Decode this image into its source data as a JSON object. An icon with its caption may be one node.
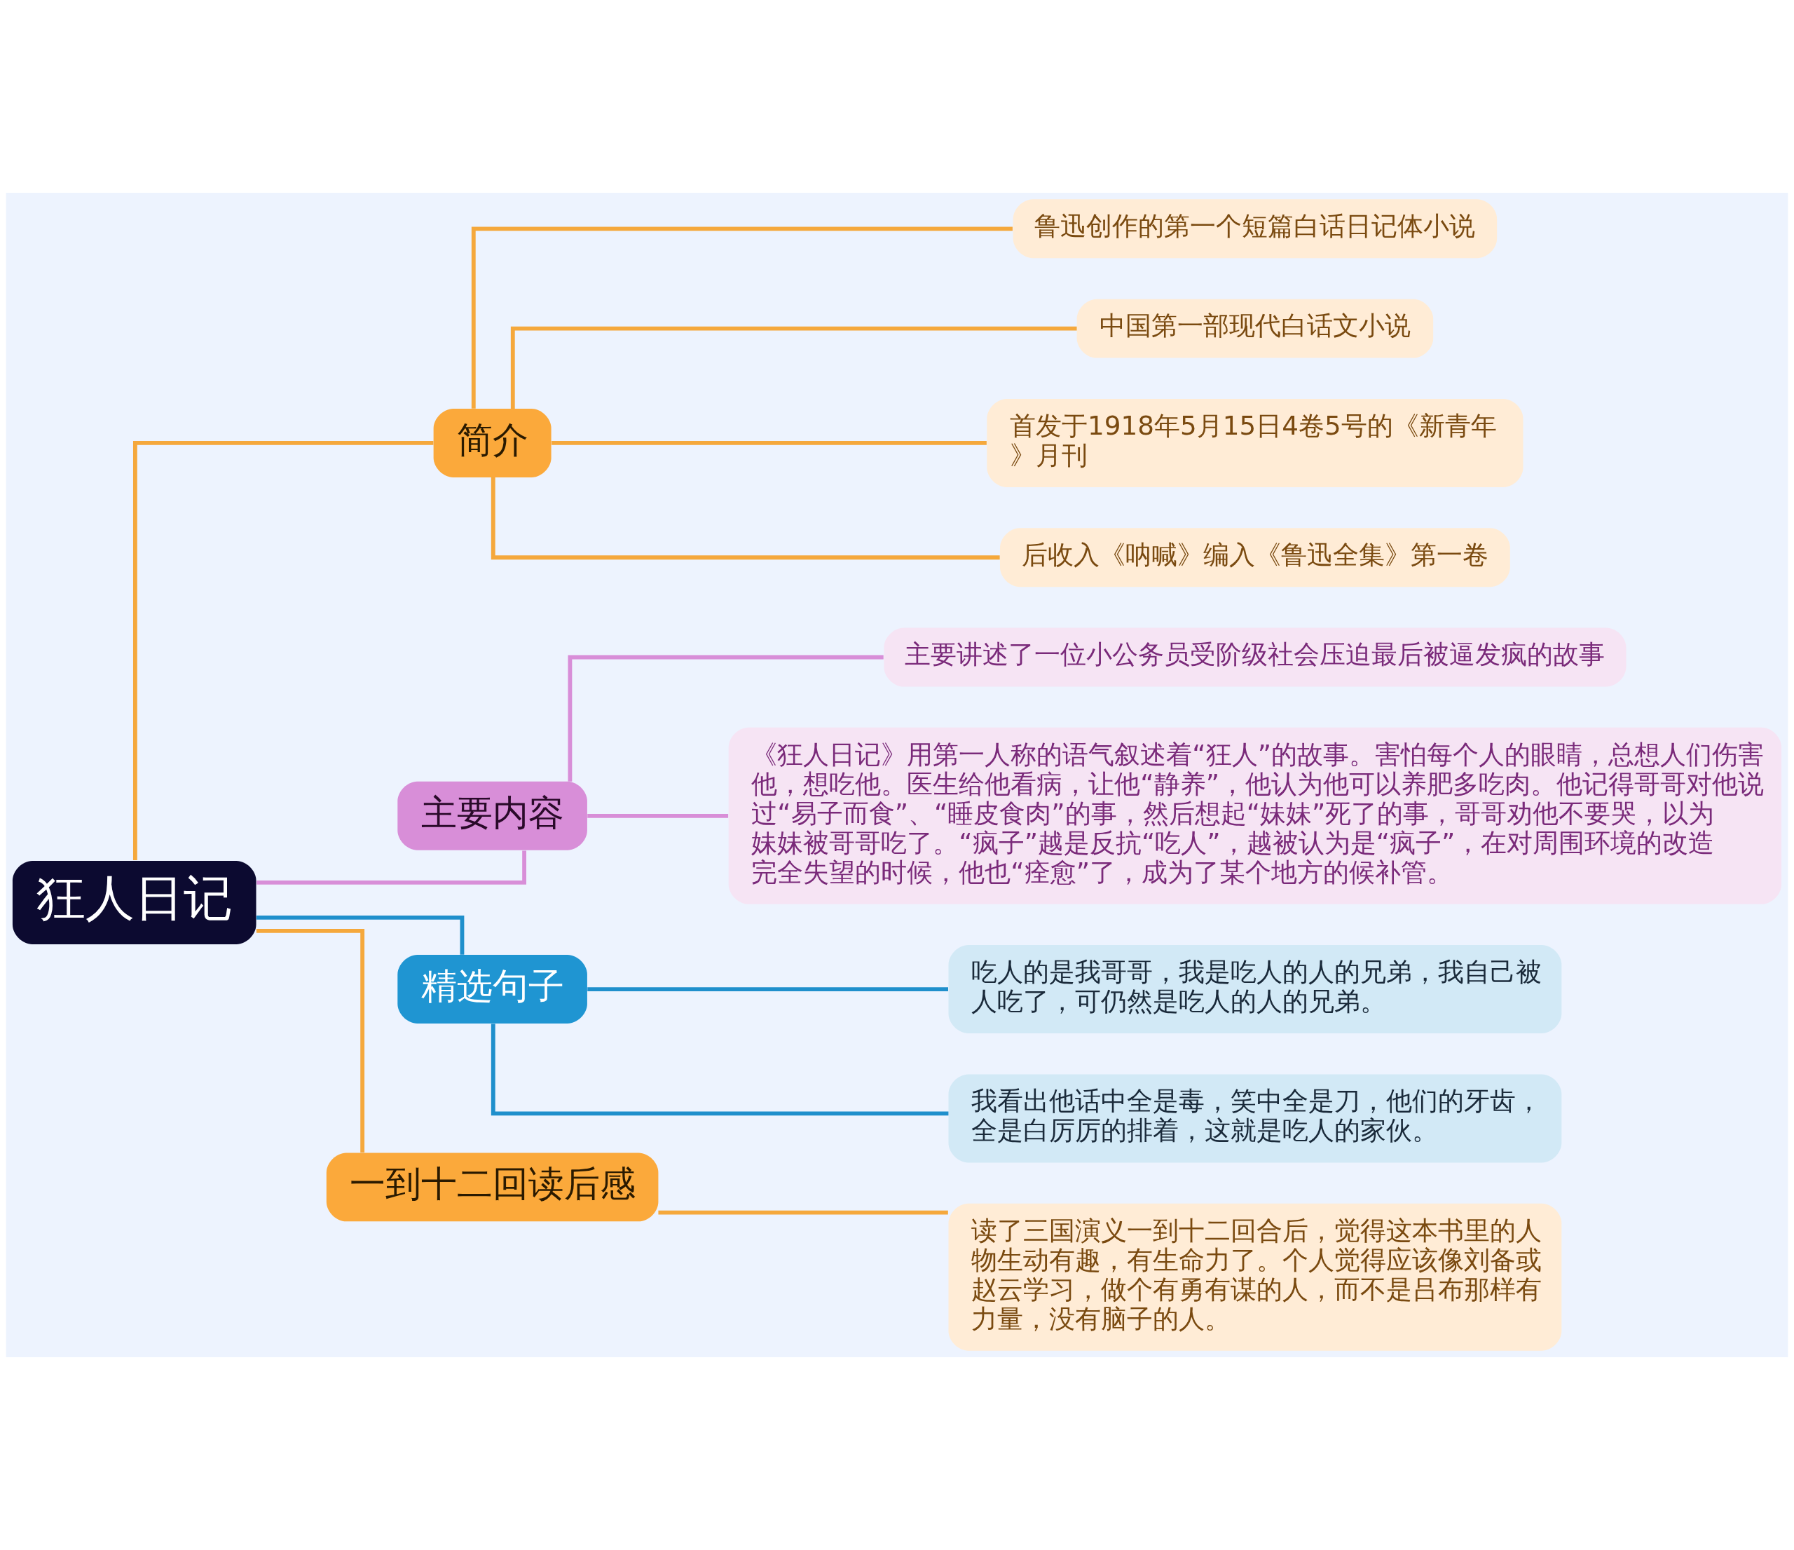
{
  "diagram": {
    "nodes": [
      {
        "text": [
          "狂人日记"
        ]
      },
      {
        "text": [
          "简介"
        ]
      },
      {
        "text": [
          "鲁迅创作的第一个短篇白话日记体小说"
        ]
      },
      {
        "text": [
          "中国第一部现代白话文小说"
        ]
      },
      {
        "text": [
          "首发于1918年5月15日4卷5号的《新青年》月刊"
        ]
      },
      {
        "text": [
          "后收入《呐喊》编入《鲁迅全集》第一卷"
        ]
      },
      {
        "text": [
          "主要内容"
        ]
      },
      {
        "text": [
          "主要讲述了一位小公务员受阶级社会压迫最后被逼发疯的故事"
        ]
      },
      {
        "text": [
          "《狂人日记》用第一人称的语气叙述着“狂人”的故事。害怕每个人的眼睛，总想人们伤害他，想吃他。医生给他看病，让他“静养”，他认为他可以养肥多吃肉。他记得哥哥对他说过“易子而食”、“睡皮食肉”的事，然后想起“妹妹”死了的事，哥哥劝他不要哭，以为妹妹被哥哥吃了。“疯子”越是反抗“吃人”，越被认为是“疯子”，在对周围环境的改造完全失望的时候，他也“痊愈”了，成为了某个地方的候补管。"
        ]
      },
      {
        "text": [
          "精选句子"
        ]
      },
      {
        "text": [
          "吃人的是我哥哥，我是吃人的人的兄弟，我自己被人吃了，可仍然是吃人的人的兄弟。"
        ]
      },
      {
        "text": [
          "我看出他话中全是毒，笑中全是刀，他们的牙齿，全是白厉厉的排着，这就是吃人的家伙。"
        ]
      },
      {
        "text": [
          "一到十二回读后感"
        ]
      },
      {
        "text": [
          "读了三国演义一到十二回合后，觉得这本书里的人物生动有趣，有生命力了。个人觉得应该像刘备或赵云学习，做个有勇有谋的人，而不是吕布那样有力量，没有脑子的人。"
        ]
      }
    ],
    "edges": [
      {
        "from": 0,
        "to": 1,
        "arrow": "none"
      },
      {
        "from": 1,
        "to": 2,
        "arrow": "none"
      },
      {
        "from": 1,
        "to": 3,
        "arrow": "none"
      },
      {
        "from": 1,
        "to": 4,
        "arrow": "none"
      },
      {
        "from": 1,
        "to": 5,
        "arrow": "none"
      },
      {
        "from": 0,
        "to": 6,
        "arrow": "none",
        "color": "#d88ed8"
      },
      {
        "from": 6,
        "to": 7,
        "arrow": "none",
        "color": "#d88ed8"
      },
      {
        "from": 6,
        "to": 8,
        "arrow": "none",
        "color": "#d88ed8"
      },
      {
        "from": 0,
        "to": 9,
        "arrow": "none",
        "color": "#1f8fcc"
      },
      {
        "from": 9,
        "to": 10,
        "arrow": "none",
        "color": "#1f8fcc"
      },
      {
        "from": 9,
        "to": 11,
        "arrow": "none",
        "color": "#1f8fcc"
      },
      {
        "from": 0,
        "to": 12,
        "arrow": "none"
      },
      {
        "from": 12,
        "to": 13,
        "arrow": "none"
      }
    ]
  }
}
